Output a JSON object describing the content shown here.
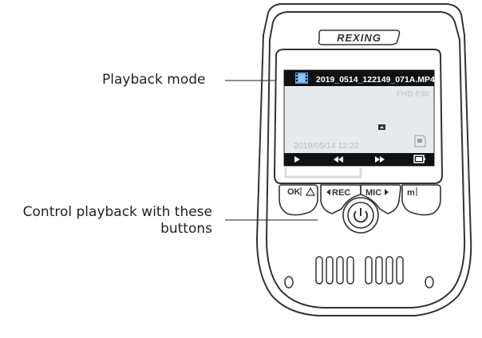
{
  "annotations": {
    "playback_mode": "Playback mode",
    "control_line1": "Control playback with these",
    "control_line2": "buttons"
  },
  "device": {
    "brand": "REXING",
    "screen": {
      "filename": "2019_0514_122149_071A.MP4",
      "resolution": "FHD P30",
      "datetime": "2019/05/14 12:22",
      "controls": [
        "play-icon",
        "rewind-icon",
        "fast-forward-icon",
        "battery-icon"
      ]
    },
    "buttons": {
      "ok": "OK",
      "rec": "REC",
      "mic": "MIC",
      "menu": "m",
      "power": "power-icon"
    }
  },
  "colors": {
    "outline": "#333333",
    "screen_bg": "#e7eaec",
    "bar_bg": "#111111",
    "leader_line": "#8a8f93"
  }
}
